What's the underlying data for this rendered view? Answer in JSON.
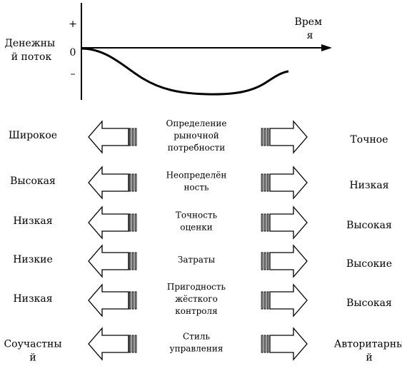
{
  "axis": {
    "y_label": [
      "Денежны",
      "й поток"
    ],
    "x_label": [
      "Врем",
      "я"
    ],
    "plus": "+",
    "zero": "0",
    "minus": "–"
  },
  "rows": [
    {
      "left": [
        "Широкое"
      ],
      "center": [
        "Определение",
        "рыночной",
        "потребности"
      ],
      "right": [
        "Точное"
      ]
    },
    {
      "left": [
        "Высокая"
      ],
      "center": [
        "Неопределён",
        "ность"
      ],
      "right": [
        "Низкая"
      ]
    },
    {
      "left": [
        "Низкая"
      ],
      "center": [
        "Точность",
        "оценки"
      ],
      "right": [
        "Высокая"
      ]
    },
    {
      "left": [
        "Низкие"
      ],
      "center": [
        "Затраты"
      ],
      "right": [
        "Высокие"
      ]
    },
    {
      "left": [
        "Низкая"
      ],
      "center": [
        "Пригодность",
        "жёсткого",
        "контроля"
      ],
      "right": [
        "Высокая"
      ]
    },
    {
      "left": [
        "Соучастны",
        "й"
      ],
      "center": [
        "Стиль",
        "управления"
      ],
      "right": [
        "Авторитарны",
        "й"
      ]
    }
  ],
  "colors": {
    "stroke": "#000000",
    "fill": "#ffffff"
  }
}
